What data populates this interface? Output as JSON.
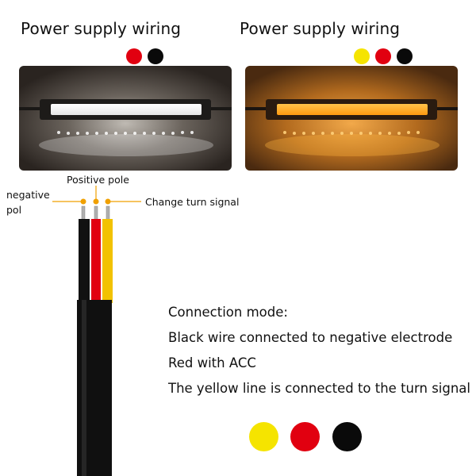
{
  "headings": {
    "left": "Power supply wiring",
    "right": "Power supply wiring"
  },
  "wire_labels": {
    "negative_line1": "negative",
    "negative_line2": "pol",
    "positive": "Positive pole",
    "turn": "Change turn signal"
  },
  "connection": {
    "title": "Connection mode:",
    "lines": [
      "Black wire connected to negative electrode",
      "Red with ACC",
      "The yellow line is connected to the turn signal"
    ]
  },
  "colors": {
    "red": "#e10010",
    "black": "#0a0a0a",
    "yellow": "#f5e400",
    "wire_yellow": "#f2c200",
    "label_orange": "#f0a000",
    "white_glow": "#f4f4f4",
    "amber_glow": "#ffa51e"
  }
}
